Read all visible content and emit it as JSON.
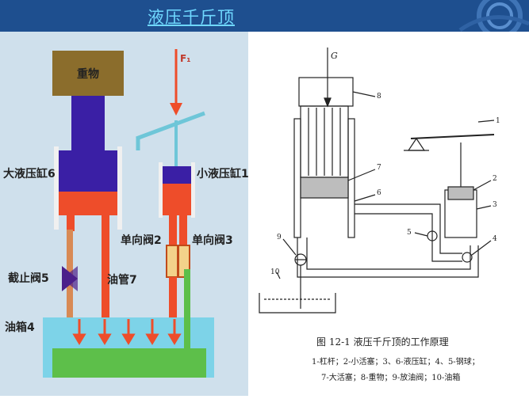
{
  "slide": {
    "title": "液压千斤顶"
  },
  "left_diagram": {
    "labels": {
      "weight": "重物",
      "force": "F₁",
      "big_cylinder": "大液压缸6",
      "small_cylinder": "小液压缸1",
      "check_valve_2": "单向阀2",
      "check_valve_3": "单向阀3",
      "stop_valve": "截止阀5",
      "oil_pipe": "油管7",
      "oil_tank": "油箱4"
    },
    "colors": {
      "background": "#cfe0ec",
      "weight": "#8b6d2c",
      "piston": "#3a1fa5",
      "oil": "#ee4d2a",
      "tank": "#7dd3e8",
      "tank_oil": "#5dbf4a"
    }
  },
  "right_diagram": {
    "labels": {
      "load": "G",
      "n1": "1",
      "n2": "2",
      "n3": "3",
      "n4": "4",
      "n5": "5",
      "n6": "6",
      "n7": "7",
      "n8": "8",
      "n9": "9",
      "n10": "10"
    },
    "caption": {
      "title": "图 12-1    液压千斤顶的工作原理",
      "line1": "1-杠杆；2-小活塞；3、6-液压缸；4、5-钢球；",
      "line2": "7-大活塞；8-重物；9-放油阀；10-油箱"
    }
  }
}
